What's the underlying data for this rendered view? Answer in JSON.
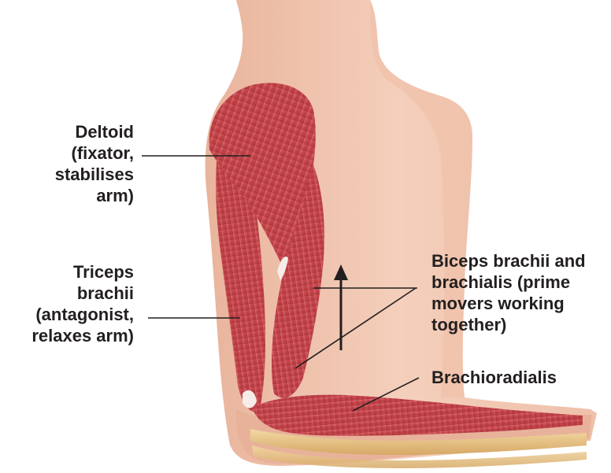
{
  "colors": {
    "background": "#ffffff",
    "skin": "#f2c9b3",
    "skin_shadow": "#e0a68c",
    "muscle": "#c6464c",
    "muscle_dark": "#9e2f37",
    "muscle_light": "#e37f80",
    "tendon": "#f1e7e2",
    "bone": "#e8c17f",
    "line": "#231f20"
  },
  "labels": {
    "deltoid": [
      "Deltoid",
      "(fixator,",
      "stabilises",
      "arm)"
    ],
    "triceps": [
      "Triceps",
      "brachii",
      "(antagonist,",
      "relaxes arm)"
    ],
    "biceps": [
      "Biceps brachii and",
      "brachialis (prime",
      "movers working",
      "together)"
    ],
    "brachioradialis": [
      "Brachioradialis"
    ]
  },
  "icons": {
    "arrow": "up-arrow-icon"
  }
}
